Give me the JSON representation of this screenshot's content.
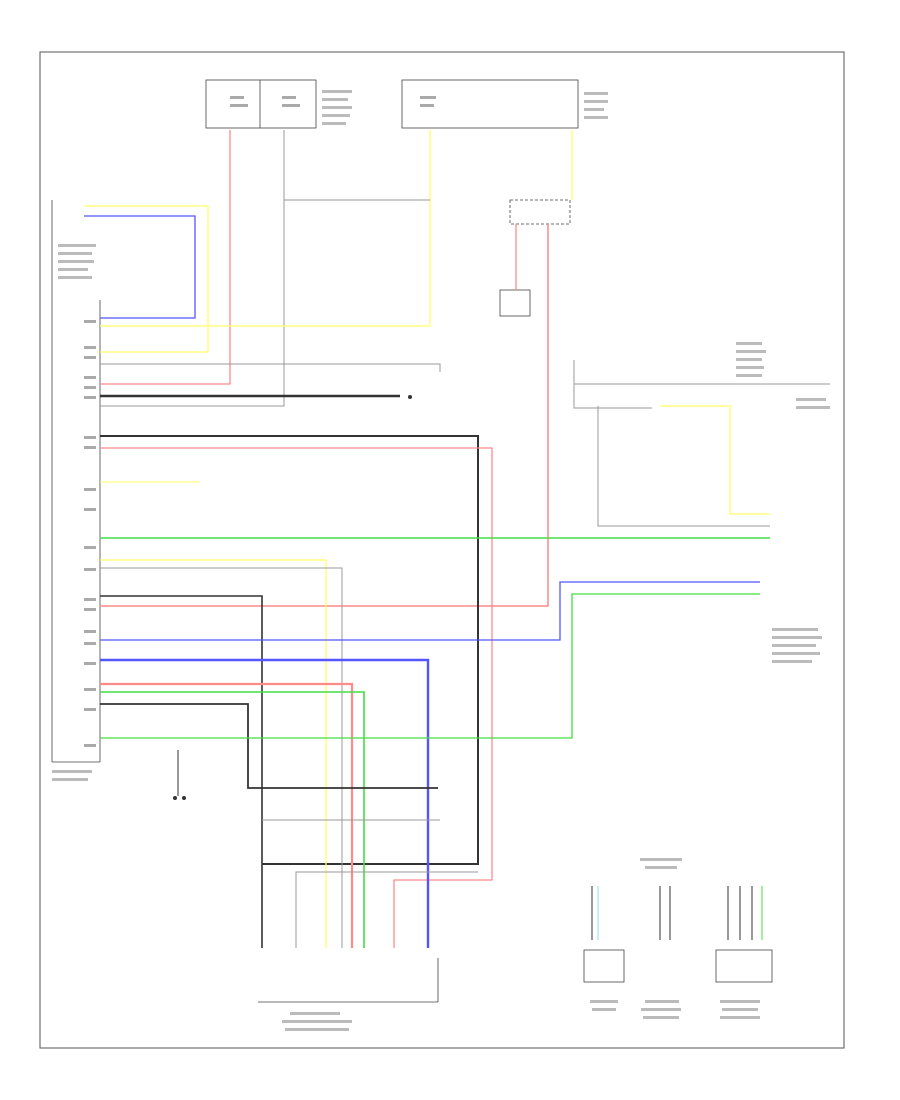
{
  "title": "",
  "footer_label": "",
  "colors": {
    "red": "#ff8a8a",
    "blue": "#5555ff",
    "yellow": "#ffff66",
    "green": "#44dd44",
    "gray": "#999999",
    "black": "#333333",
    "cyan": "#88e0e0"
  },
  "components": [
    {
      "id": "hybrid-control-ecu",
      "label": ""
    },
    {
      "id": "hybrid-vehicle-ecu",
      "label": ""
    },
    {
      "id": "power-source-control-ecu",
      "label": ""
    },
    {
      "id": "relay-box-left",
      "label": ""
    },
    {
      "id": "relay-box-right",
      "label": ""
    },
    {
      "id": "junction-connector",
      "label": ""
    },
    {
      "id": "combination-meter",
      "label": ""
    },
    {
      "id": "skid-control-ecu",
      "label": ""
    },
    {
      "id": "airbag-ecu",
      "label": ""
    }
  ]
}
